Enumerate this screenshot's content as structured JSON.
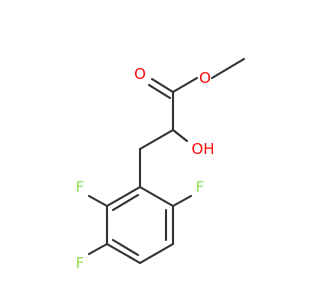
{
  "molecule": {
    "colors": {
      "bond": "#333333",
      "oxygen": "#ff0d0d",
      "fluorine": "#90e050"
    },
    "atoms": [
      {
        "id": "o-ester",
        "label": "O",
        "element": "oxygen"
      },
      {
        "id": "o-carbonyl",
        "label": "O",
        "element": "oxygen"
      },
      {
        "id": "o-hydroxyl",
        "label": "OH",
        "element": "oxygen"
      },
      {
        "id": "f-c2",
        "label": "F",
        "element": "fluorine"
      },
      {
        "id": "f-c3",
        "label": "F",
        "element": "fluorine"
      },
      {
        "id": "f-c6",
        "label": "F",
        "element": "fluorine"
      }
    ]
  }
}
